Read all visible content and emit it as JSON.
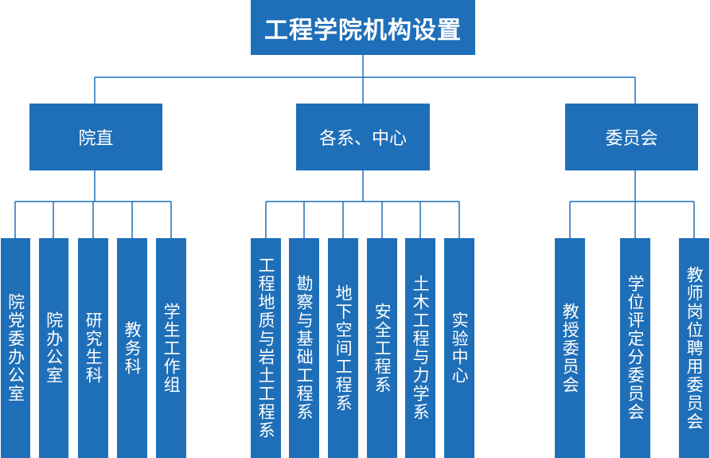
{
  "title": "工程学院机构设置",
  "colors": {
    "box": "#1f6fb8",
    "line": "#1f6fb8",
    "text": "#ffffff"
  },
  "branches": [
    {
      "label": "院直",
      "children": [
        "院党委办公室",
        "院办公室",
        "研究生科",
        "教务科",
        "学生工作组"
      ]
    },
    {
      "label": "各系、中心",
      "children": [
        "工程地质与岩土工程系",
        "勘察与基础工程系",
        "地下空间工程系",
        "安全工程系",
        "土木工程与力学系",
        "实验中心"
      ]
    },
    {
      "label": "委员会",
      "children": [
        "教授委员会",
        "学位评定分委员会",
        "教师岗位聘用委员会"
      ]
    }
  ]
}
